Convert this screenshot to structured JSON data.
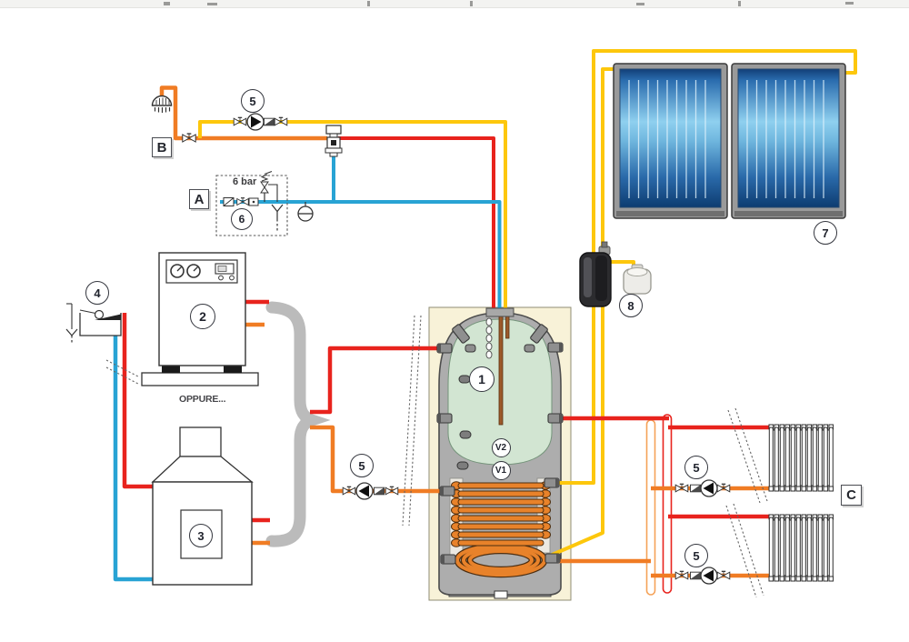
{
  "diagram": {
    "callouts": {
      "n1": "1",
      "n2": "2",
      "n3": "3",
      "n4": "4",
      "n5": "5",
      "n6": "6",
      "n7": "7",
      "n8": "8"
    },
    "zone_labels": {
      "a": "A",
      "b": "B",
      "c": "C"
    },
    "tank_valves": {
      "v1": "V1",
      "v2": "V2"
    },
    "annotations": {
      "pressure_setting": "6 bar",
      "alternative": "OPPURE..."
    },
    "colors": {
      "hot_pipe": "#e8231d",
      "mixed_pipe": "#f07c24",
      "cold_pipe": "#28a3d4",
      "solar_pipe": "#fdc70c",
      "return_manifold": "#f5a258",
      "brace_gray": "#bbbbbb",
      "tank_interior_green": "#d2e5d2",
      "tank_backdrop_cream": "#f8f2d8",
      "collector_blue": "#1a5fa8"
    },
    "icons": {
      "n1": "storage-tank-icon",
      "n2": "heat-pump-unit-icon",
      "n3": "solid-fuel-boiler-icon",
      "n4": "open-vented-tank-icon",
      "n5": "circulation-pump-group-icon",
      "n6": "cold-water-safety-group-icon",
      "n7": "solar-collector-icon",
      "n8": "solar-pump-station-icon"
    }
  }
}
